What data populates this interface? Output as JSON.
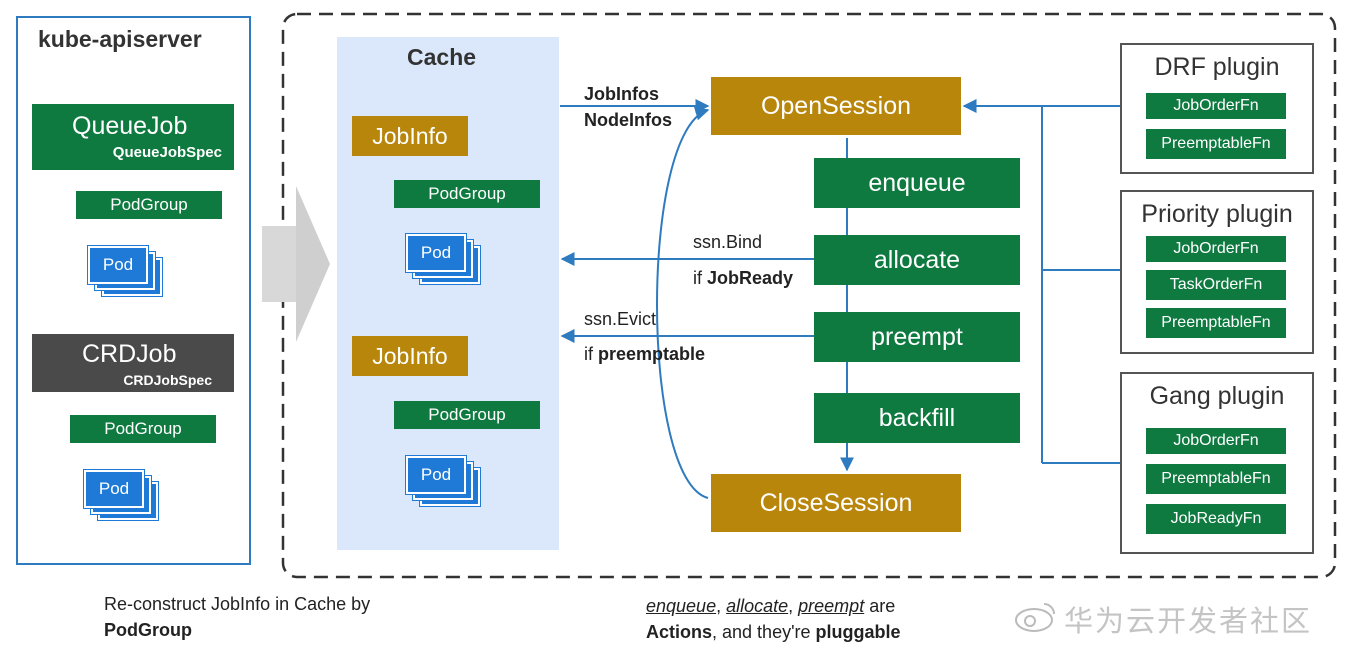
{
  "apiserver": {
    "title": "kube-apiserver",
    "queuejob": {
      "title": "QueueJob",
      "spec": "QueueJobSpec",
      "podgroup": "PodGroup",
      "pod": "Pod"
    },
    "crdjob": {
      "title": "CRDJob",
      "spec": "CRDJobSpec",
      "podgroup": "PodGroup",
      "pod": "Pod"
    }
  },
  "cache": {
    "title": "Cache",
    "jobinfo1": {
      "title": "JobInfo",
      "podgroup": "PodGroup",
      "pod": "Pod"
    },
    "jobinfo2": {
      "title": "JobInfo",
      "podgroup": "PodGroup",
      "pod": "Pod"
    }
  },
  "flow": {
    "open_session": "OpenSession",
    "close_session": "CloseSession",
    "actions": [
      "enqueue",
      "allocate",
      "preempt",
      "backfill"
    ],
    "infos_label_1": "JobInfos",
    "infos_label_2": "NodeInfos",
    "bind_label": "ssn.Bind",
    "bind_cond_prefix": "if ",
    "bind_cond": "JobReady",
    "evict_label": "ssn.Evict",
    "evict_cond_prefix": "if ",
    "evict_cond": "preemptable"
  },
  "plugins": [
    {
      "title": "DRF plugin",
      "fns": [
        "JobOrderFn",
        "PreemptableFn"
      ]
    },
    {
      "title": "Priority plugin",
      "fns": [
        "JobOrderFn",
        "TaskOrderFn",
        "PreemptableFn"
      ]
    },
    {
      "title": "Gang plugin",
      "fns": [
        "JobOrderFn",
        "PreemptableFn",
        "JobReadyFn"
      ]
    }
  ],
  "captions": {
    "left_line1": "Re-construct JobInfo in Cache by",
    "left_line2": "PodGroup",
    "right_a1": "enqueue",
    "right_sep1": ", ",
    "right_a2": "allocate",
    "right_sep2": ", ",
    "right_a3": "preempt",
    "right_tail1": " are",
    "right_b1": "Actions",
    "right_mid": ", and they're ",
    "right_b2": "pluggable"
  },
  "watermark": "华为云开发者社区",
  "colors": {
    "green": "#0f7a40",
    "gold": "#b8860b",
    "blue": "#1e7ad6",
    "cache_bg": "#dbe8fb",
    "arrow": "#2e7bbf"
  }
}
